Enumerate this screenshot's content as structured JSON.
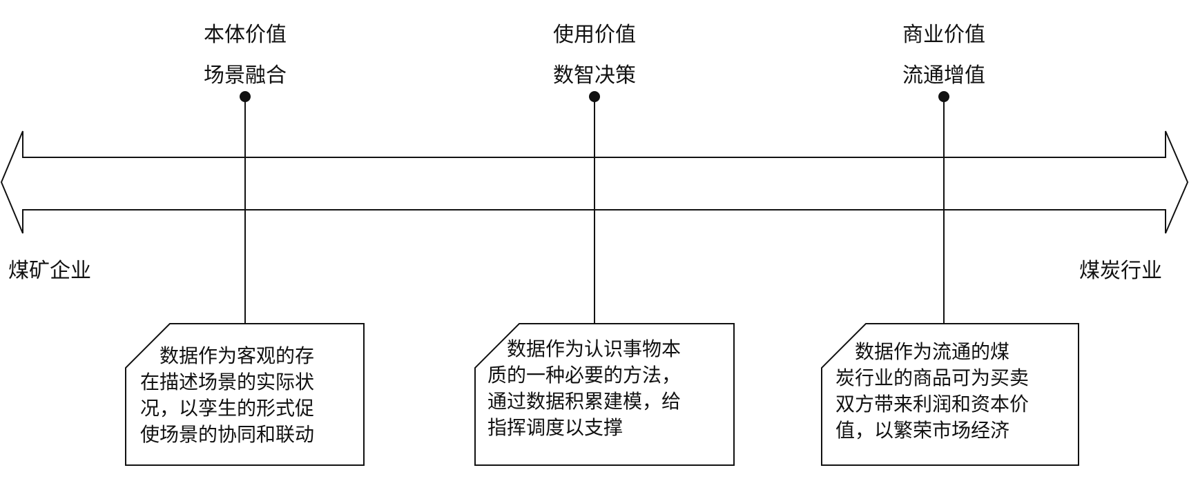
{
  "axis": {
    "left_label": "煤矿企业",
    "right_label": "煤炭行业"
  },
  "points": [
    {
      "title": "本体价值",
      "subtitle": "场景融合",
      "description_lines": [
        "　数据作为客观的存",
        "在描述场景的实际状",
        "况，以孪生的形式促",
        "使场景的协同和联动"
      ]
    },
    {
      "title": "使用价值",
      "subtitle": "数智决策",
      "description_lines": [
        "　数据作为认识事物本",
        "质的一种必要的方法，",
        "通过数据积累建模，给",
        "指挥调度以支撑"
      ]
    },
    {
      "title": "商业价值",
      "subtitle": "流通增值",
      "description_lines": [
        "　数据作为流通的煤",
        "炭行业的商品可为买卖",
        "双方带来利润和资本价",
        "值，以繁荣市场经济"
      ]
    }
  ]
}
